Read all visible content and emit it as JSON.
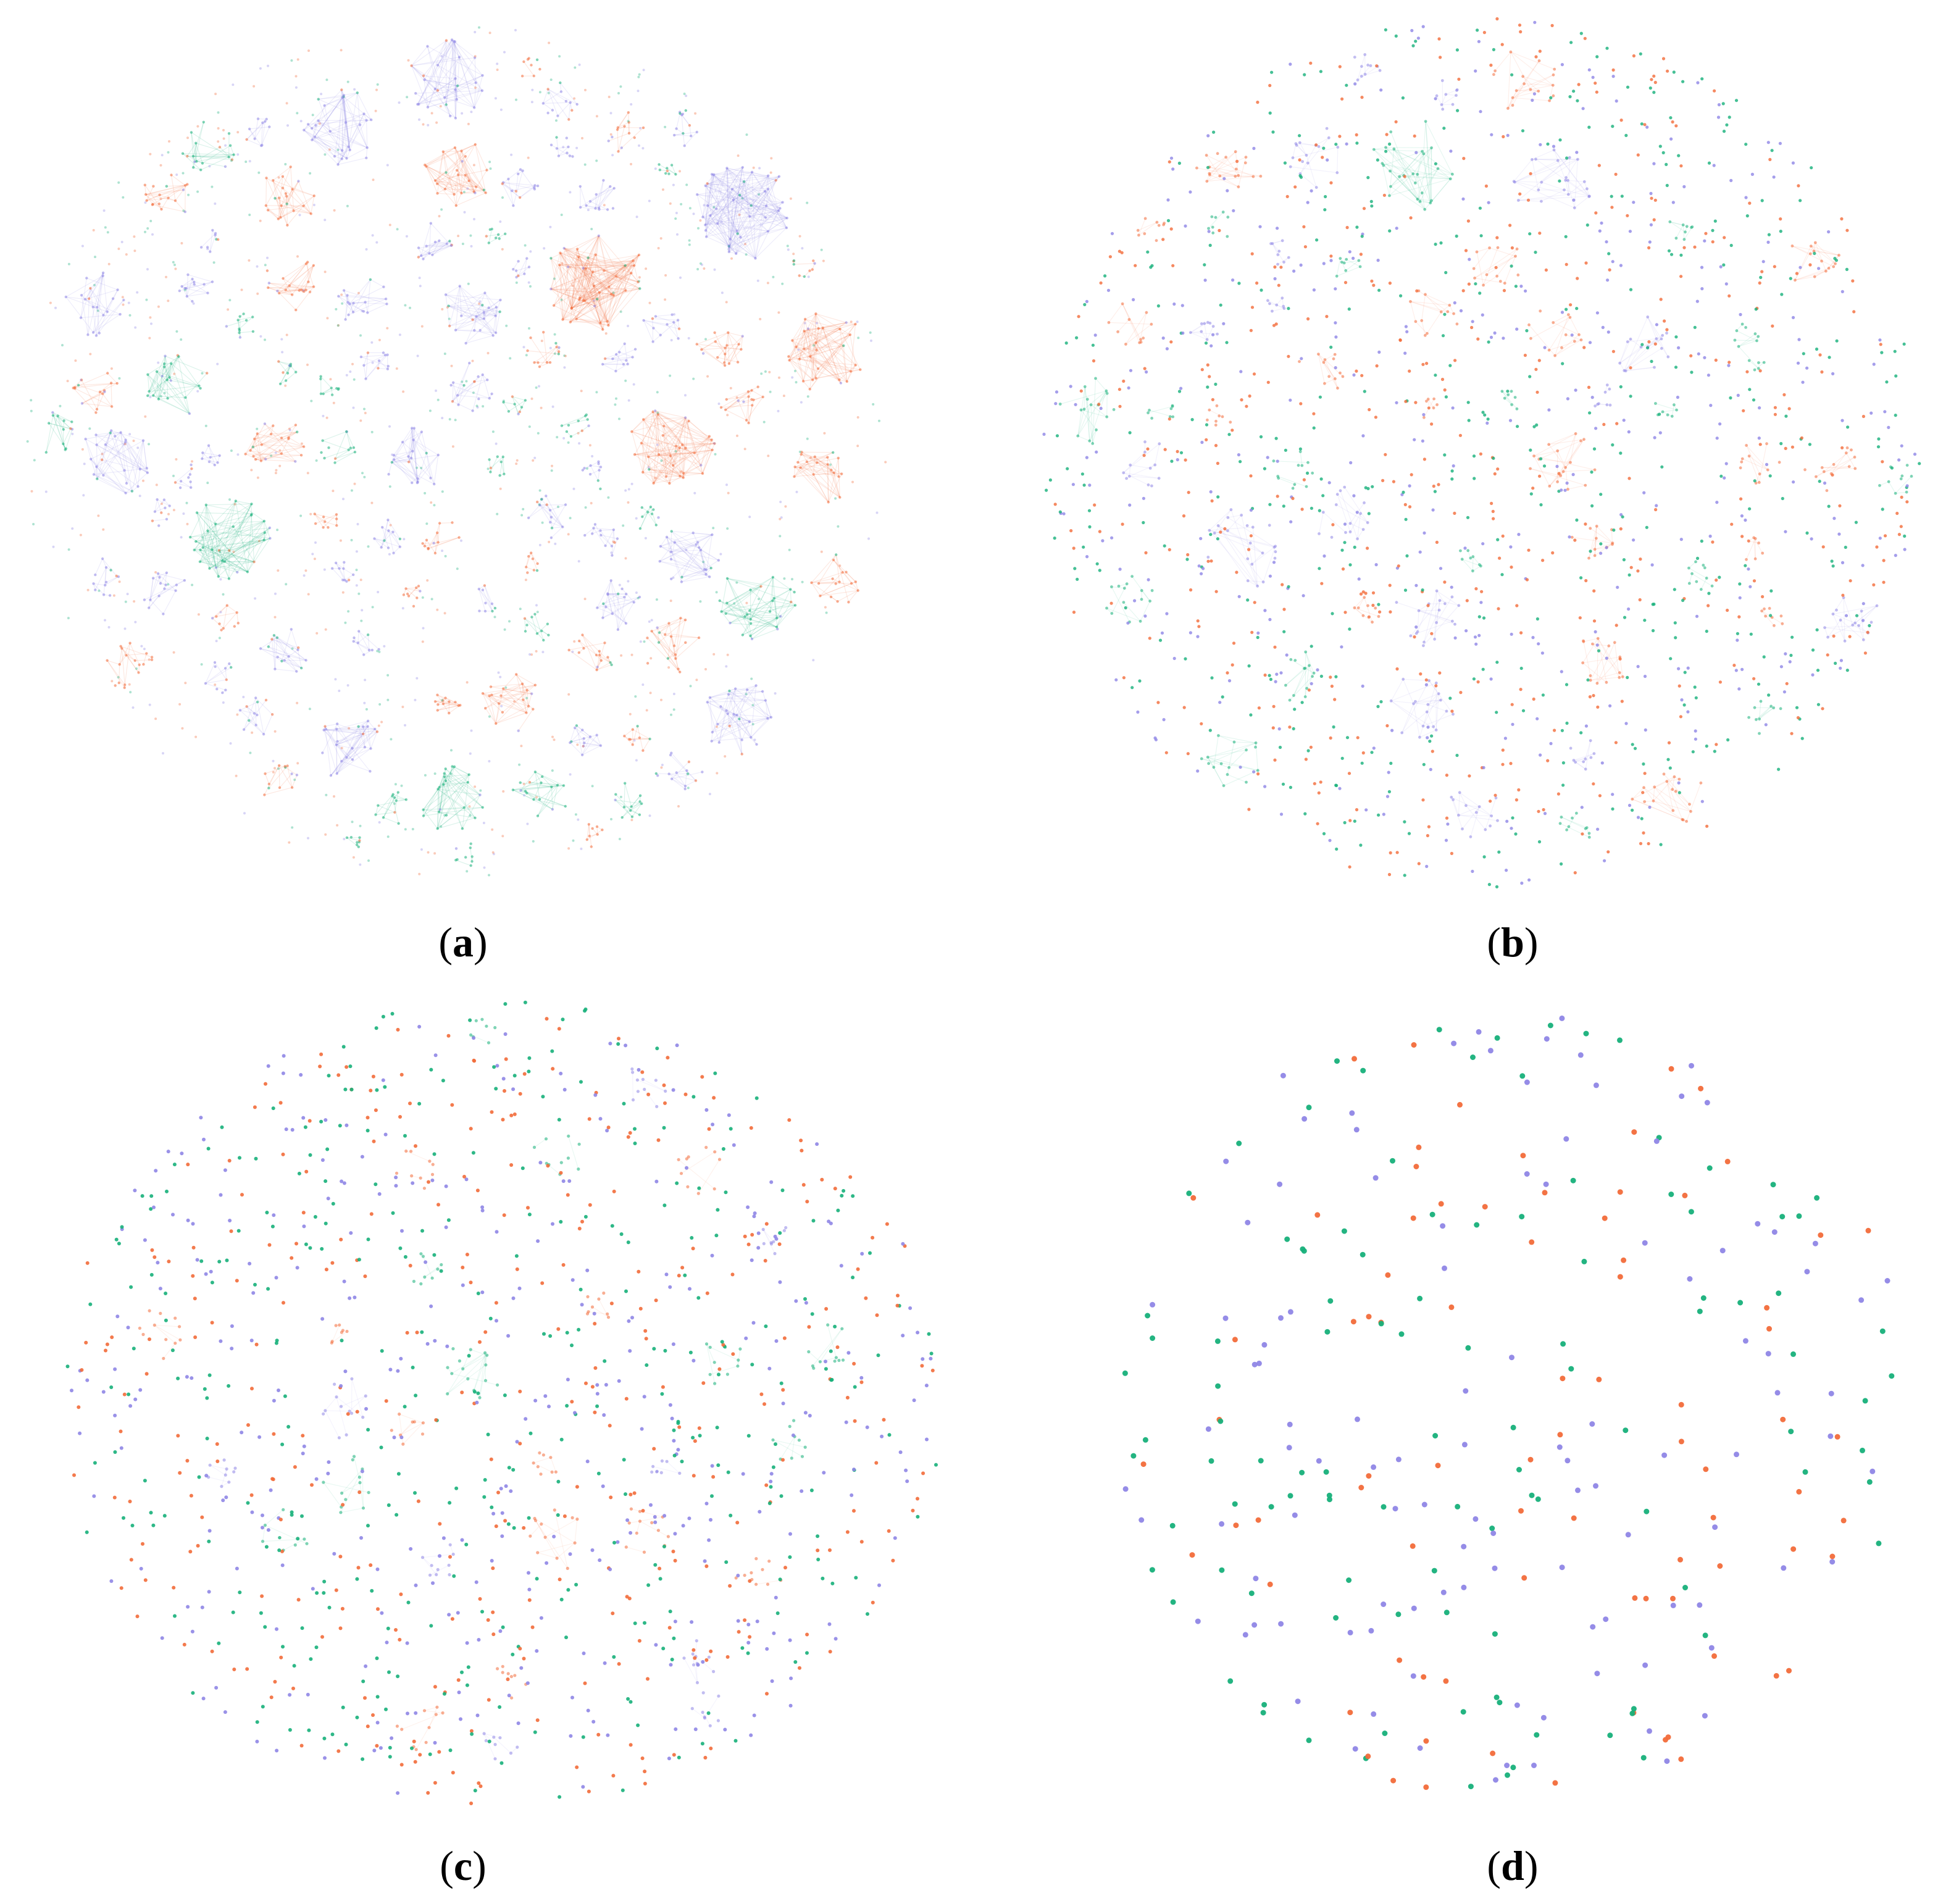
{
  "colors": {
    "orange": "#f26b3a",
    "green": "#17b07a",
    "purple": "#8f86e6"
  },
  "panels": [
    {
      "id": "a",
      "caption_open": "(",
      "caption_letter": "a",
      "caption_close": ")",
      "density": "very-high",
      "edge_opacity": 0.05
    },
    {
      "id": "b",
      "caption_open": "(",
      "caption_letter": "b",
      "caption_close": ")",
      "density": "high",
      "edge_opacity": 0.035
    },
    {
      "id": "c",
      "caption_open": "(",
      "caption_letter": "c",
      "caption_close": ")",
      "density": "medium",
      "edge_opacity": 0.03
    },
    {
      "id": "d",
      "caption_open": "(",
      "caption_letter": "d",
      "caption_close": ")",
      "density": "sparse",
      "edge_opacity": 0.02
    }
  ]
}
